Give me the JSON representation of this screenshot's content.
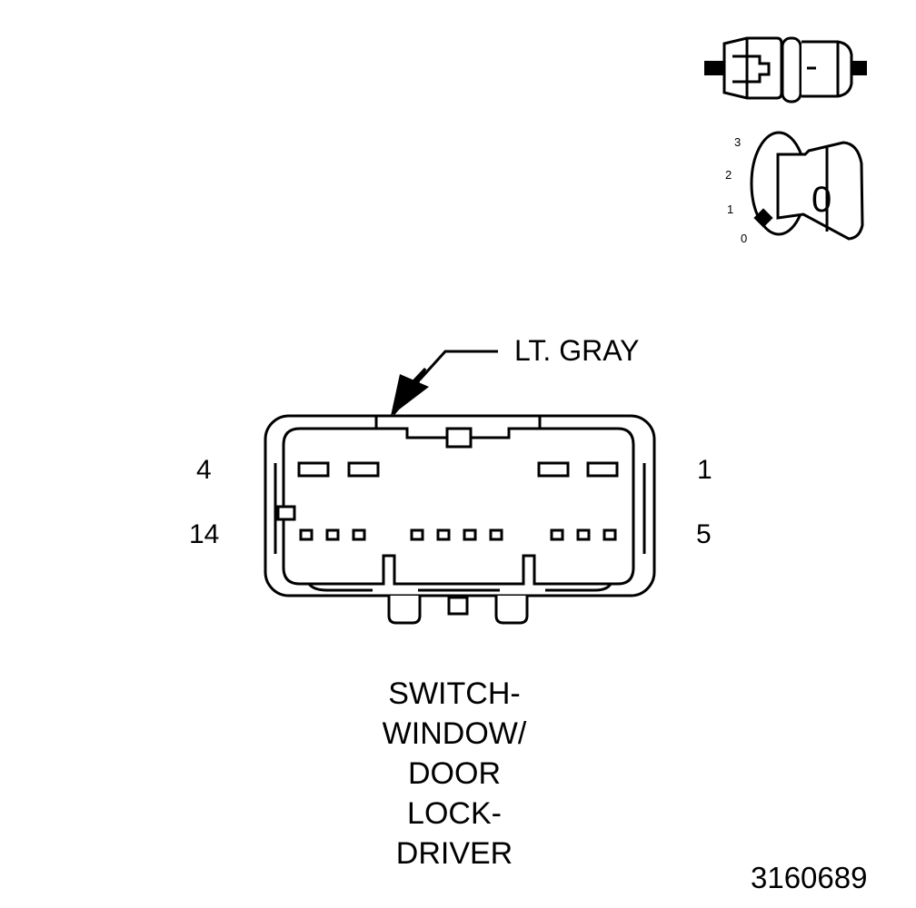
{
  "wire_color_label": "LT. GRAY",
  "pin_labels": {
    "top_left": "4",
    "bottom_left": "14",
    "top_right": "1",
    "bottom_right": "5"
  },
  "caption_lines": [
    "SWITCH-",
    "WINDOW/",
    "DOOR",
    "LOCK-",
    "DRIVER"
  ],
  "figure_id": "3160689",
  "ignition_key": {
    "positions": [
      "3",
      "2",
      "1",
      "0"
    ],
    "key_label": "0"
  },
  "icons": [
    "connector-side-view-icon",
    "ignition-key-icon",
    "pointer-arrow-icon"
  ]
}
